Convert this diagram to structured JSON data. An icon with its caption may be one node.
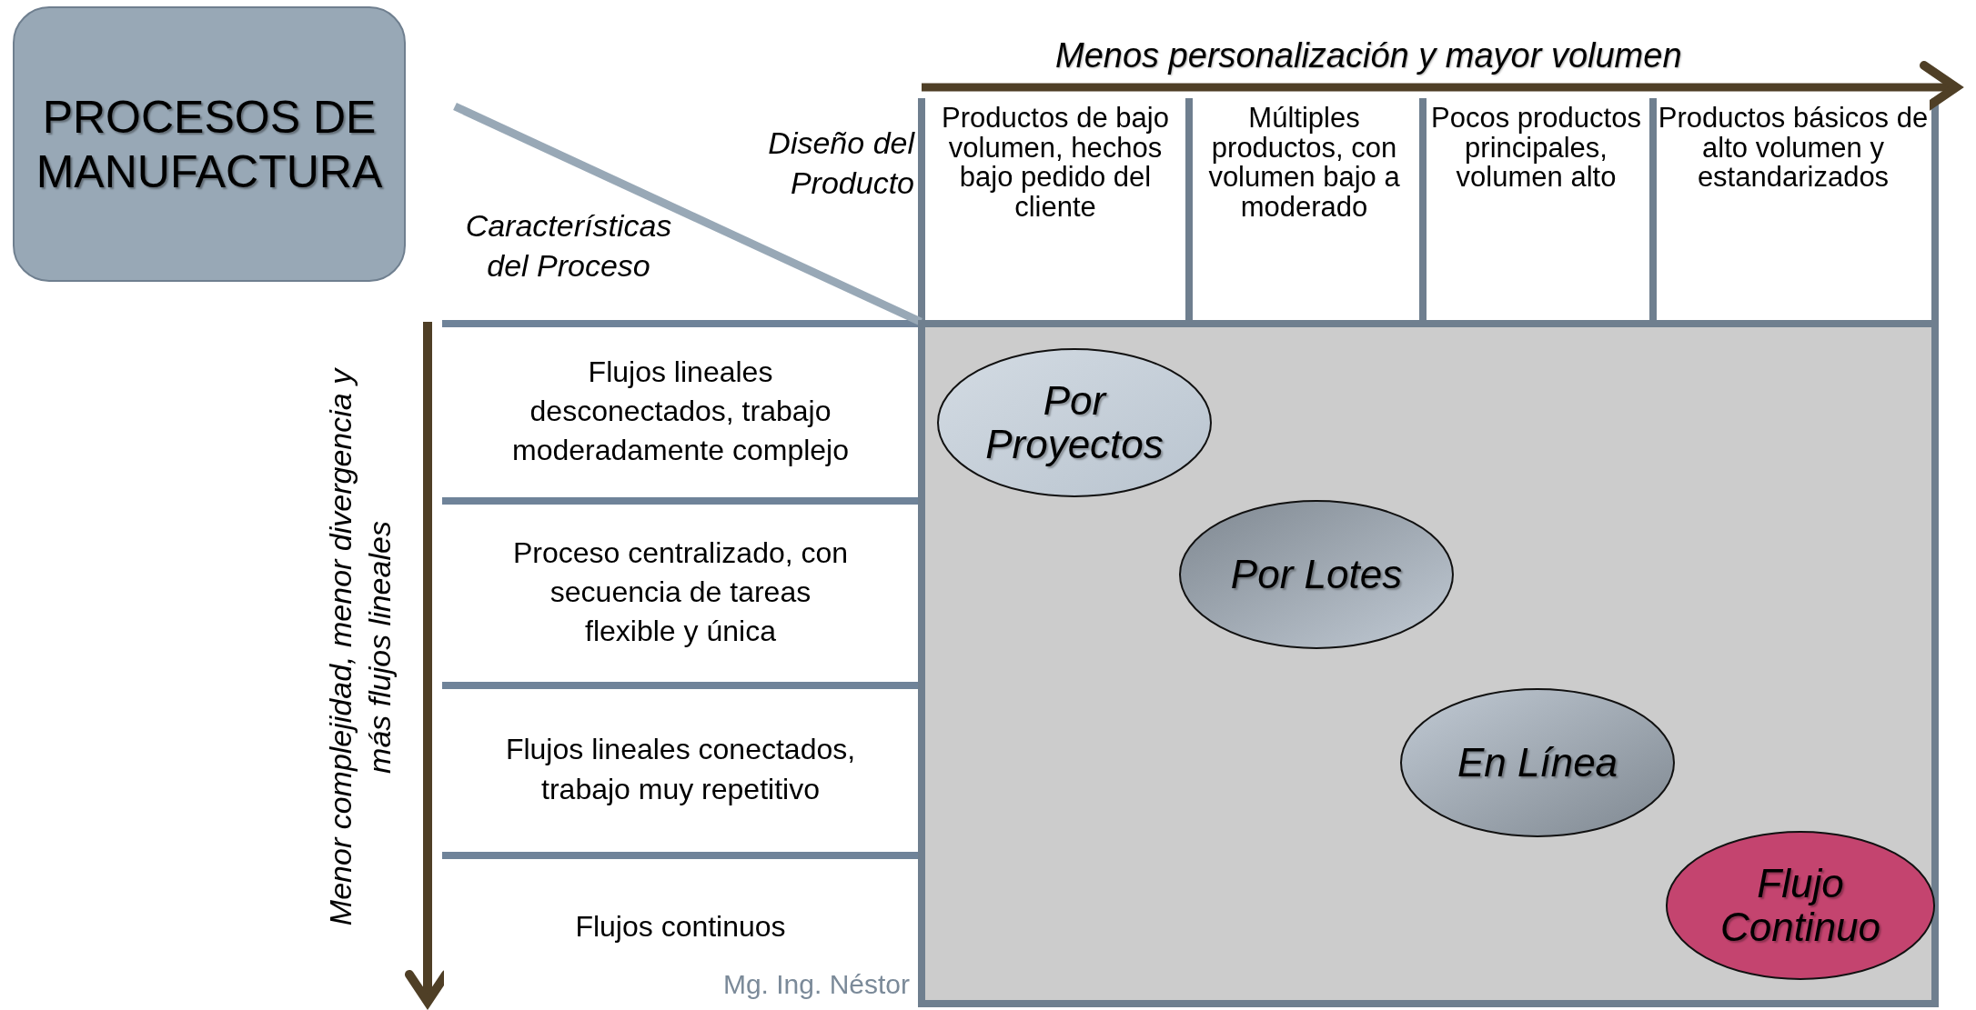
{
  "diagram": {
    "nodes": [
      {
        "text": [
          "PROCESOS DE MANUFACTURA"
        ]
      },
      {
        "text": [
          "Productos de bajo volumen, hechos bajo pedido del cliente"
        ]
      },
      {
        "text": [
          "Múltiples productos, con volumen bajo a moderado"
        ]
      },
      {
        "text": [
          "Pocos productos principales, volumen alto"
        ]
      },
      {
        "text": [
          "Productos básicos de alto volumen y estandarizados"
        ]
      },
      {
        "text": [
          "Flujos lineales desconectados, trabajo moderadamente complejo"
        ]
      },
      {
        "text": [
          "Proceso centralizado, con secuencia de tareas flexible y única"
        ]
      },
      {
        "text": [
          "Flujos lineales conectados, trabajo muy repetitivo"
        ]
      },
      {
        "text": [
          "Flujos continuos"
        ]
      },
      {
        "text": [],
        "shape": "box"
      },
      {
        "text": [
          "Por Proyectos"
        ],
        "in": 9
      },
      {
        "text": [
          "Por Lotes"
        ],
        "in": 9
      },
      {
        "text": [
          "En Línea"
        ],
        "in": 9
      },
      {
        "text": [
          "Flujo Continuo"
        ],
        "in": 9
      }
    ],
    "edges": [],
    "labels": [
      "Menos personalización y mayor volumen",
      "Diseño del Producto",
      "Características del Proceso",
      "Menor complejidad, menor divergencia y más flujos lineales",
      "Mg. Ing. Néstor"
    ]
  }
}
